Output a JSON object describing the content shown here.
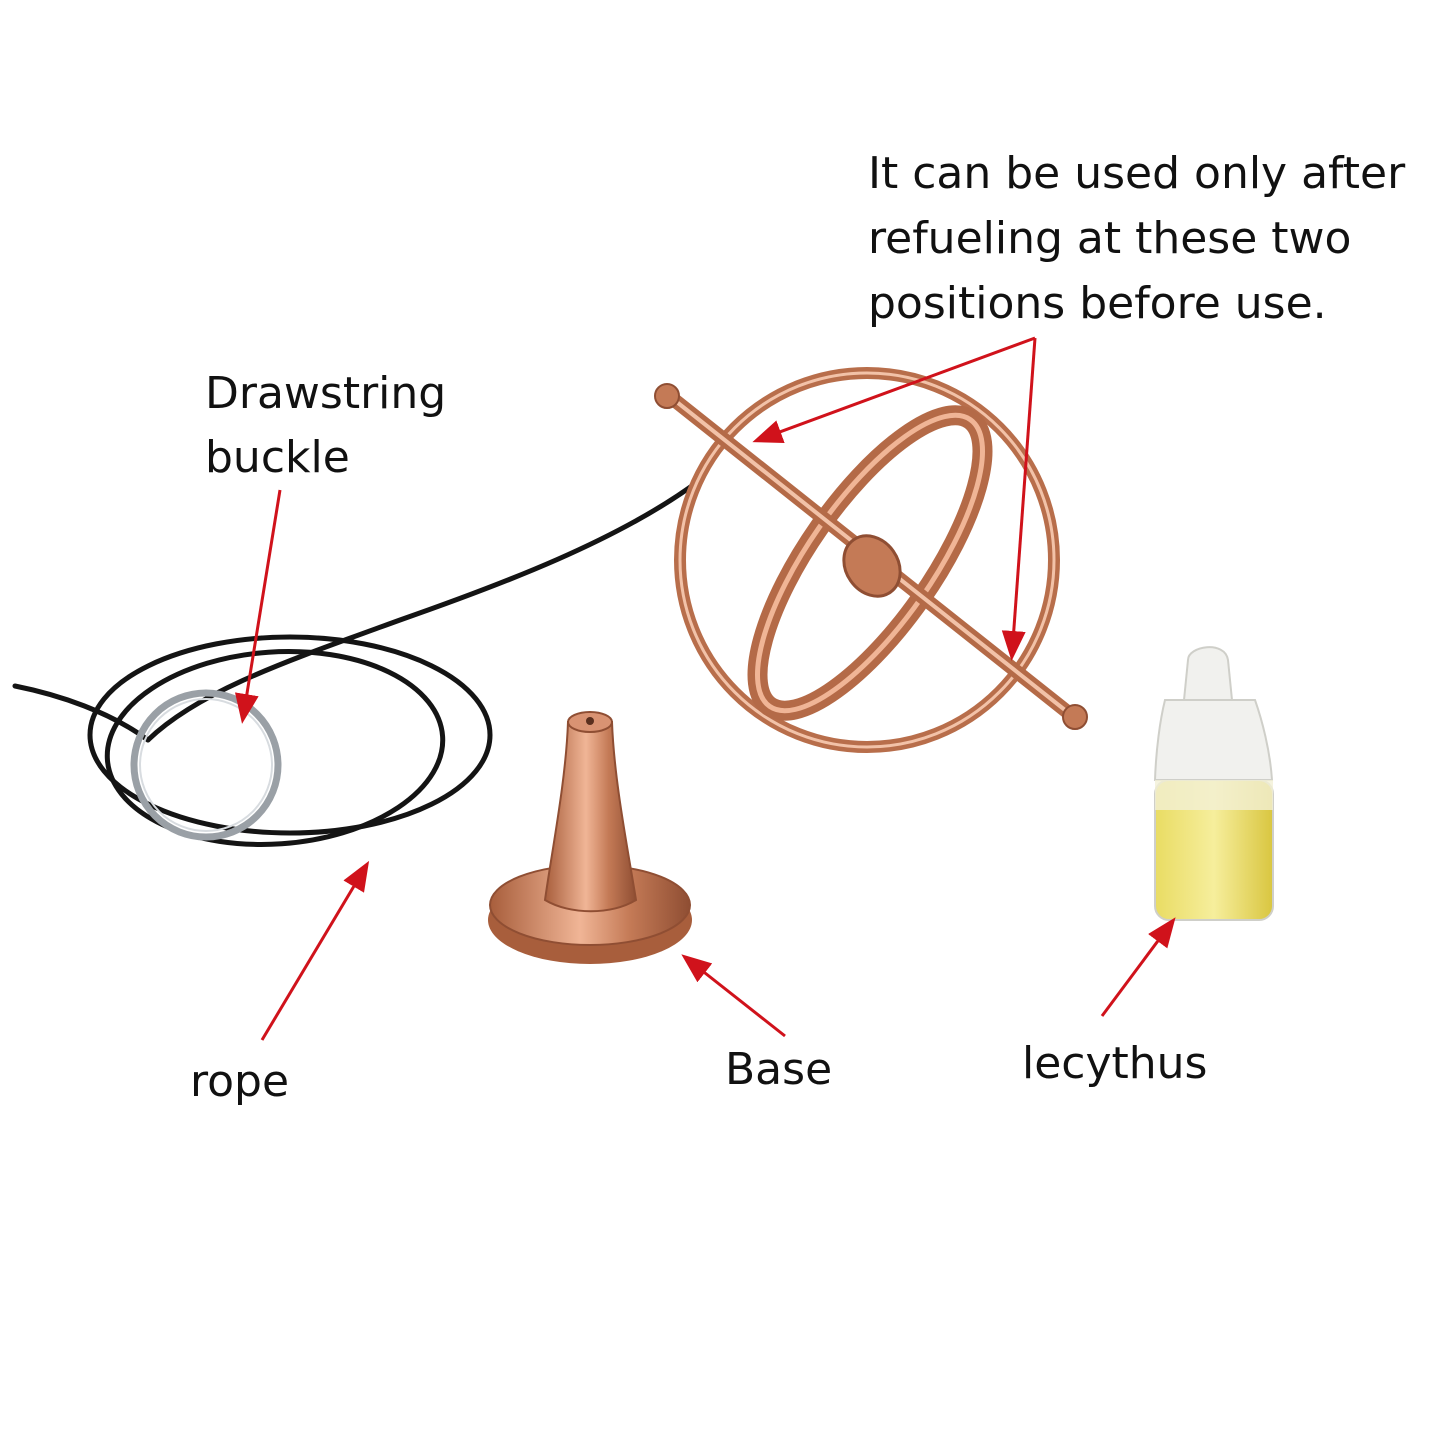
{
  "note": {
    "line1": "It can be used only after",
    "line2": "refueling at these two",
    "line3": "positions before use."
  },
  "labels": {
    "buckle_line1": "Drawstring",
    "buckle_line2": "buckle",
    "rope": "rope",
    "base": "Base",
    "lecythus": "lecythus"
  },
  "colors": {
    "arrow": "#d0121b",
    "copper": "#c47a56",
    "copper_dark": "#8f4e33",
    "cord": "#141414",
    "steel": "#9aa0a6",
    "oil": "#e8d64a",
    "bottle": "#f1f1ee"
  }
}
